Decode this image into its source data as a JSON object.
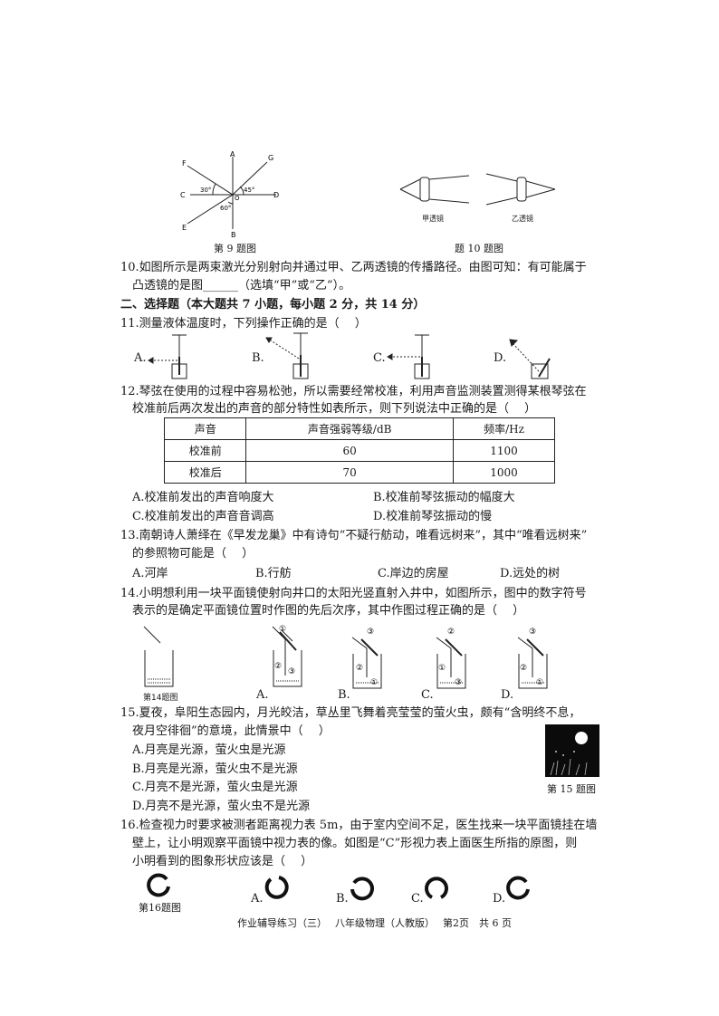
{
  "fig9": {
    "caption": "第 9 题图",
    "labels": {
      "A": "A",
      "B": "B",
      "C": "C",
      "D": "D",
      "E": "E",
      "F": "F",
      "G": "G",
      "O": "O"
    },
    "angles": {
      "a30": "30°",
      "a45": "45°",
      "a60": "60°"
    }
  },
  "fig10": {
    "caption": "题 10 题图",
    "lens_a": "甲透镜",
    "lens_b": "乙透镜"
  },
  "q10": {
    "line1": "10.如图所示是两束激光分别射向并通过甲、乙两透镜的传播路径。由图可知：有可能属于",
    "line2": "凸透镜的是图______（选填“甲”或“乙”）。"
  },
  "section2": "二、选择题（本大题共 7 小题，每小题 2 分，共 14 分）",
  "q11": {
    "stem": "11.测量液体温度时，下列操作正确的是（　 ）",
    "options": [
      "A.",
      "B.",
      "C.",
      "D."
    ]
  },
  "q12": {
    "line1": "12.琴弦在使用的过程中容易松弛，所以需要经常校准，利用声音监测装置测得某根琴弦在",
    "line2": "校准前后两次发出的声音的部分特性如表所示，则下列说法中正确的是（　 ）",
    "table": {
      "headers": [
        "声音",
        "声音强弱等级/dB",
        "频率/Hz"
      ],
      "rows": [
        [
          "校准前",
          "60",
          "1100"
        ],
        [
          "校准后",
          "70",
          "1000"
        ]
      ]
    },
    "opt_a": "A.校准前发出的声音响度大",
    "opt_b": "B.校准前琴弦振动的幅度大",
    "opt_c": "C.校准前发出的声音音调高",
    "opt_d": "D.校准前琴弦振动的慢"
  },
  "q13": {
    "line1": "13.南朝诗人萧绎在《早发龙巢》中有诗句“不疑行舫动，唯看远树来”，其中“唯看远树来”",
    "line2": "的参照物可能是（　 ）",
    "opt_a": "A.河岸",
    "opt_b": "B.行舫",
    "opt_c": "C.岸边的房屋",
    "opt_d": "D.远处的树"
  },
  "q14": {
    "line1": "14.小明想利用一块平面镜使射向井口的太阳光竖直射入井中，如图所示，图中的数字符号",
    "line2": "表示的是确定平面镜位置时作图的先后次序，其中作图过程正确的是（　 ）",
    "caption": "第14题图",
    "options": [
      "A.",
      "B.",
      "C.",
      "D."
    ],
    "n1": "①",
    "n2": "②",
    "n3": "③"
  },
  "q15": {
    "line1": "15.夏夜，阜阳生态园内，月光皎洁，草丛里飞舞着亮莹莹的萤火虫，颇有“含明终不息，",
    "line2": "夜月空徘徊”的意境，此情景中（　 ）",
    "opt_a": "A.月亮是光源，萤火虫是光源",
    "opt_b": "B.月亮是光源，萤火虫不是光源",
    "opt_c": "C.月亮不是光源，萤火虫是光源",
    "opt_d": "D.月亮不是光源，萤火虫不是光源",
    "caption": "第 15 题图"
  },
  "q16": {
    "line1": "16.检查视力时要求被测者距离视力表 5m，由于室内空间不足，医生找来一块平面镜挂在墙",
    "line2": "壁上，让小明观察平面镜中视力表的像。如图是“C”形视力表上面医生所指的原图，则",
    "line3": "小明看到的图象形状应该是（　 ）",
    "caption": "第16题图",
    "options": [
      "A.",
      "B.",
      "C.",
      "D."
    ]
  },
  "footer": "作业辅导练习（三）　 八年级物理（人教版）　 第2页　共 6 页"
}
